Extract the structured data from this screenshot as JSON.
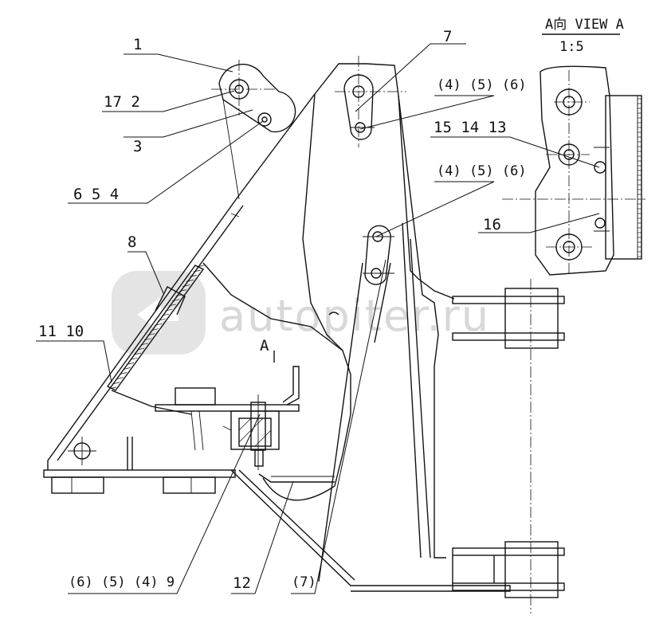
{
  "view_title": "A向 VIEW A",
  "view_scale": "1:5",
  "watermark": "autopiter.ru",
  "section_marker": "A",
  "callouts": {
    "c1": "1",
    "c17_2": "17  2",
    "c3": "3",
    "c6_5_4": "6  5  4",
    "c7": "7",
    "c456_top": "(4) (5) (6)",
    "c456_mid": "(4) (5) (6)",
    "c15_14_13": "15  14  13",
    "c16": "16",
    "c8": "8",
    "c11_10": "11  10",
    "c6549": "(6) (5) (4)  9",
    "c12": "12",
    "c7b": "(7)"
  }
}
